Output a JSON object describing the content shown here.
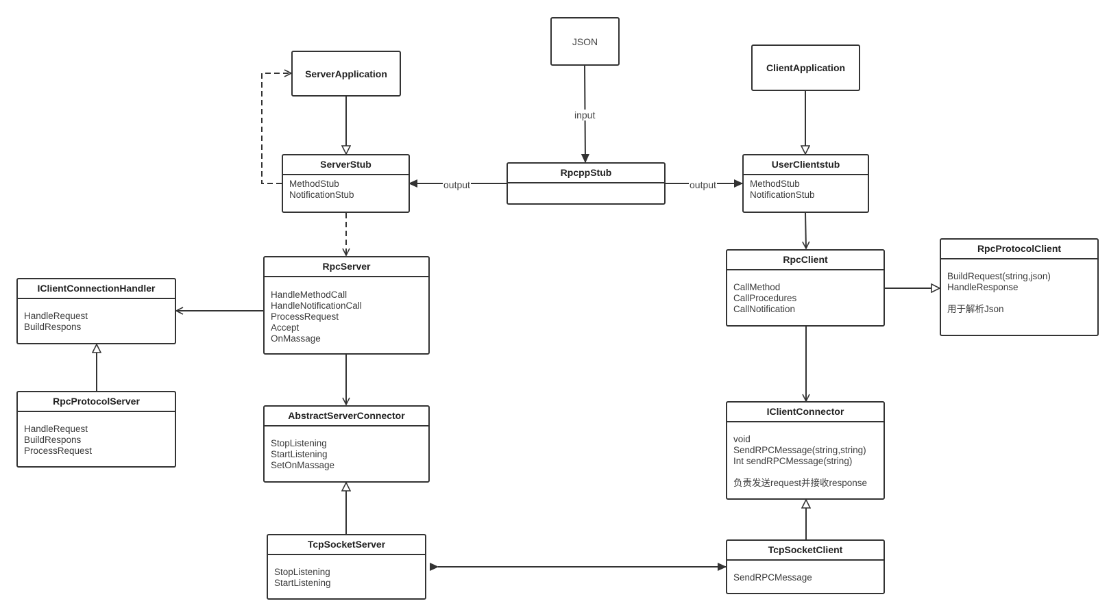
{
  "nodes": {
    "json": {
      "title": "JSON"
    },
    "server_application": {
      "title": "ServerApplication"
    },
    "client_application": {
      "title": "ClientApplication"
    },
    "server_stub": {
      "title": "ServerStub",
      "members": [
        "MethodStub",
        "NotificationStub"
      ]
    },
    "rpcpp_stub": {
      "title": "RpcppStub",
      "members": []
    },
    "user_client_stub": {
      "title": "UserClientstub",
      "members": [
        "MethodStub",
        "NotificationStub"
      ]
    },
    "rpc_server": {
      "title": "RpcServer",
      "members": [
        "HandleMethodCall",
        "HandleNotificationCall",
        "ProcessRequest",
        "Accept",
        "OnMassage"
      ]
    },
    "iclient_connection_handler": {
      "title": "IClientConnectionHandler",
      "members": [
        "HandleRequest",
        "BuildRespons"
      ]
    },
    "rpc_protocol_server": {
      "title": "RpcProtocolServer",
      "members": [
        "HandleRequest",
        "BuildRespons",
        "ProcessRequest"
      ]
    },
    "abstract_server_connector": {
      "title": "AbstractServerConnector",
      "members": [
        "StopListening",
        "StartListening",
        "SetOnMassage"
      ]
    },
    "tcp_socket_server": {
      "title": "TcpSocketServer",
      "members": [
        "StopListening",
        "StartListening"
      ]
    },
    "rpc_client": {
      "title": "RpcClient",
      "members": [
        "CallMethod",
        "CallProcedures",
        "CallNotification"
      ]
    },
    "rpc_protocol_client": {
      "title": "RpcProtocolClient",
      "members": [
        "BuildRequest(string,json)",
        "HandleResponse",
        "",
        "用于解析Json"
      ]
    },
    "iclient_connector": {
      "title": "IClientConnector",
      "members": [
        "void",
        "SendRPCMessage(string,string)",
        "Int sendRPCMessage(string)",
        "",
        "负责发送request并接收response"
      ]
    },
    "tcp_socket_client": {
      "title": "TcpSocketClient",
      "members": [
        "SendRPCMessage"
      ]
    }
  },
  "edge_labels": {
    "input": "input",
    "output_left": "output",
    "output_right": "output"
  },
  "colors": {
    "line": "#333333",
    "text": "#333333",
    "background": "#ffffff"
  }
}
